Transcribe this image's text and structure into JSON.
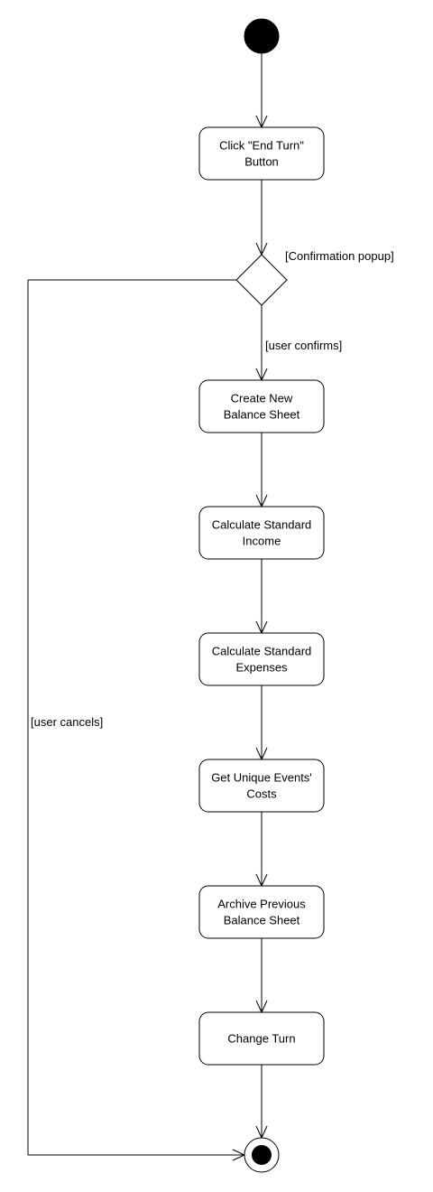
{
  "diagram": {
    "type": "activity",
    "colors": {
      "stroke": "#000000",
      "fill": "#ffffff",
      "node_fill": "#000000"
    },
    "start_node": {
      "name": "initial-node"
    },
    "end_node": {
      "name": "final-node"
    },
    "actions": [
      {
        "id": "click-end-turn",
        "lines": [
          "Click \"End Turn\"",
          "Button"
        ]
      },
      {
        "id": "create-balance-sheet",
        "lines": [
          "Create New",
          "Balance Sheet"
        ]
      },
      {
        "id": "calc-standard-income",
        "lines": [
          "Calculate Standard",
          "Income"
        ]
      },
      {
        "id": "calc-standard-expenses",
        "lines": [
          "Calculate Standard",
          "Expenses"
        ]
      },
      {
        "id": "get-unique-events-costs",
        "lines": [
          "Get Unique Events'",
          "Costs"
        ]
      },
      {
        "id": "archive-balance-sheet",
        "lines": [
          "Archive Previous",
          "Balance Sheet"
        ]
      },
      {
        "id": "change-turn",
        "lines": [
          "Change Turn"
        ]
      }
    ],
    "decision": {
      "label": "[Confirmation popup]"
    },
    "guards": {
      "confirm": "[user confirms]",
      "cancel": "[user cancels]"
    }
  }
}
